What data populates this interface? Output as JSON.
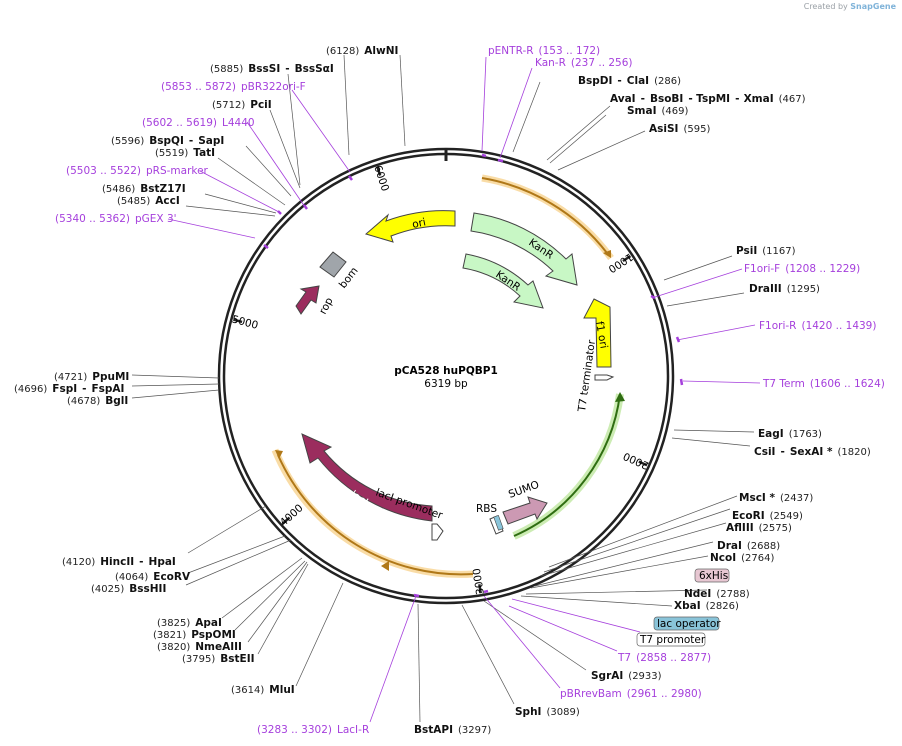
{
  "credit": {
    "prefix": "Created by",
    "brand": "SnapGene"
  },
  "map": {
    "name": "pCA528 huPQBP1",
    "length": "6319 bp",
    "total_bp": 6319
  },
  "ticks": [
    {
      "bp": 1000,
      "label": "1000"
    },
    {
      "bp": 2000,
      "label": "2000"
    },
    {
      "bp": 3000,
      "label": "3000"
    },
    {
      "bp": 4000,
      "label": "4000"
    },
    {
      "bp": 5000,
      "label": "5000"
    },
    {
      "bp": 6000,
      "label": "6000"
    }
  ],
  "features": [
    {
      "name": "KanR",
      "color": "#c8f7c5",
      "type": "gene"
    },
    {
      "name": "KanR",
      "color": "#c8f7c5",
      "type": "gene"
    },
    {
      "name": "ori",
      "color": "#ffff00",
      "type": "origin"
    },
    {
      "name": "f1 ori",
      "color": "#ffff00",
      "type": "origin"
    },
    {
      "name": "T7 terminator",
      "color": "#ffffff",
      "type": "terminator"
    },
    {
      "name": "rop",
      "color": "#9b2d5e",
      "type": "gene"
    },
    {
      "name": "bom",
      "color": "#a0a5aa",
      "type": "misc"
    },
    {
      "name": "lacI",
      "color": "#9b2d5e",
      "type": "gene"
    },
    {
      "name": "lacI promoter",
      "color": "#ffffff",
      "type": "promoter"
    },
    {
      "name": "RBS",
      "color": "#ffffff",
      "type": "rbs"
    },
    {
      "name": "SUMO",
      "color": "#cc99b3",
      "type": "gene"
    }
  ],
  "labels": [
    {
      "id": "alwni",
      "kind": "enzyme",
      "parts": [
        {
          "t": "(6128)",
          "c": "pos"
        },
        {
          "t": "AlwNI",
          "c": "enz"
        }
      ]
    },
    {
      "id": "bsssi",
      "kind": "enzyme",
      "parts": [
        {
          "t": "(5885)",
          "c": "pos"
        },
        {
          "t": "BssSI",
          "c": "enz"
        },
        {
          "t": "-",
          "c": "enz"
        },
        {
          "t": "BssSαI",
          "c": "enz"
        }
      ]
    },
    {
      "id": "pbr322ori",
      "kind": "primer",
      "parts": [
        {
          "t": "(5853 .. 5872)",
          "c": "prim"
        },
        {
          "t": "pBR322ori-F",
          "c": "prim"
        }
      ]
    },
    {
      "id": "pcii",
      "kind": "enzyme",
      "parts": [
        {
          "t": "(5712)",
          "c": "pos"
        },
        {
          "t": "PciI",
          "c": "enz"
        }
      ]
    },
    {
      "id": "l4440",
      "kind": "primer",
      "parts": [
        {
          "t": "(5602 .. 5619)",
          "c": "prim"
        },
        {
          "t": "L4440",
          "c": "prim"
        }
      ]
    },
    {
      "id": "bspqi",
      "kind": "enzyme",
      "parts": [
        {
          "t": "(5596)",
          "c": "pos"
        },
        {
          "t": "BspQI",
          "c": "enz"
        },
        {
          "t": "-",
          "c": "enz"
        },
        {
          "t": "SapI",
          "c": "enz"
        }
      ]
    },
    {
      "id": "tati",
      "kind": "enzyme",
      "parts": [
        {
          "t": "(5519)",
          "c": "pos"
        },
        {
          "t": "TatI",
          "c": "enz"
        }
      ]
    },
    {
      "id": "prsmarker",
      "kind": "primer",
      "parts": [
        {
          "t": "(5503 .. 5522)",
          "c": "prim"
        },
        {
          "t": "pRS-marker",
          "c": "prim"
        }
      ]
    },
    {
      "id": "bstz17i",
      "kind": "enzyme",
      "parts": [
        {
          "t": "(5486)",
          "c": "pos"
        },
        {
          "t": "BstZ17I",
          "c": "enz"
        }
      ]
    },
    {
      "id": "acci",
      "kind": "enzyme",
      "parts": [
        {
          "t": "(5485)",
          "c": "pos"
        },
        {
          "t": "AccI",
          "c": "enz"
        }
      ]
    },
    {
      "id": "pgex3",
      "kind": "primer",
      "parts": [
        {
          "t": "(5340 .. 5362)",
          "c": "prim"
        },
        {
          "t": "pGEX 3'",
          "c": "prim"
        }
      ]
    },
    {
      "id": "ppumi",
      "kind": "enzyme",
      "parts": [
        {
          "t": "(4721)",
          "c": "pos"
        },
        {
          "t": "PpuMI",
          "c": "enz"
        }
      ]
    },
    {
      "id": "fspi",
      "kind": "enzyme",
      "parts": [
        {
          "t": "(4696)",
          "c": "pos"
        },
        {
          "t": "FspI",
          "c": "enz"
        },
        {
          "t": "-",
          "c": "enz"
        },
        {
          "t": "FspAI",
          "c": "enz"
        }
      ]
    },
    {
      "id": "bgli",
      "kind": "enzyme",
      "parts": [
        {
          "t": "(4678)",
          "c": "pos"
        },
        {
          "t": "BglI",
          "c": "enz"
        }
      ]
    },
    {
      "id": "hincii",
      "kind": "enzyme",
      "parts": [
        {
          "t": "(4120)",
          "c": "pos"
        },
        {
          "t": "HincII",
          "c": "enz"
        },
        {
          "t": "-",
          "c": "enz"
        },
        {
          "t": "HpaI",
          "c": "enz"
        }
      ]
    },
    {
      "id": "ecorv",
      "kind": "enzyme",
      "parts": [
        {
          "t": "(4064)",
          "c": "pos"
        },
        {
          "t": "EcoRV",
          "c": "enz"
        }
      ]
    },
    {
      "id": "bsshii",
      "kind": "enzyme",
      "parts": [
        {
          "t": "(4025)",
          "c": "pos"
        },
        {
          "t": "BssHII",
          "c": "enz"
        }
      ]
    },
    {
      "id": "apai",
      "kind": "enzyme",
      "parts": [
        {
          "t": "(3825)",
          "c": "pos"
        },
        {
          "t": "ApaI",
          "c": "enz"
        }
      ]
    },
    {
      "id": "pspomi",
      "kind": "enzyme",
      "parts": [
        {
          "t": "(3821)",
          "c": "pos"
        },
        {
          "t": "PspOMI",
          "c": "enz"
        }
      ]
    },
    {
      "id": "nmeaiii",
      "kind": "enzyme",
      "parts": [
        {
          "t": "(3820)",
          "c": "pos"
        },
        {
          "t": "NmeAIII",
          "c": "enz"
        }
      ]
    },
    {
      "id": "bsteii",
      "kind": "enzyme",
      "parts": [
        {
          "t": "(3795)",
          "c": "pos"
        },
        {
          "t": "BstEII",
          "c": "enz"
        }
      ]
    },
    {
      "id": "mlui",
      "kind": "enzyme",
      "parts": [
        {
          "t": "(3614)",
          "c": "pos"
        },
        {
          "t": "MluI",
          "c": "enz"
        }
      ]
    },
    {
      "id": "lacir",
      "kind": "primer",
      "parts": [
        {
          "t": "(3283 .. 3302)",
          "c": "prim"
        },
        {
          "t": "LacI-R",
          "c": "prim"
        }
      ]
    },
    {
      "id": "bstapi",
      "kind": "enzyme",
      "parts": [
        {
          "t": "BstAPI",
          "c": "enz"
        },
        {
          "t": "(3297)",
          "c": "pos"
        }
      ]
    },
    {
      "id": "sphi",
      "kind": "enzyme",
      "parts": [
        {
          "t": "SphI",
          "c": "enz"
        },
        {
          "t": "(3089)",
          "c": "pos"
        }
      ]
    },
    {
      "id": "pbrrevbam",
      "kind": "primer",
      "parts": [
        {
          "t": "pBRrevBam",
          "c": "prim"
        },
        {
          "t": "(2961 .. 2980)",
          "c": "prim"
        }
      ]
    },
    {
      "id": "sgrai",
      "kind": "enzyme",
      "parts": [
        {
          "t": "SgrAI",
          "c": "enz"
        },
        {
          "t": "(2933)",
          "c": "pos"
        }
      ]
    },
    {
      "id": "t7",
      "kind": "primer",
      "parts": [
        {
          "t": "T7",
          "c": "prim"
        },
        {
          "t": "(2858 .. 2877)",
          "c": "prim"
        }
      ]
    },
    {
      "id": "xbai",
      "kind": "enzyme",
      "parts": [
        {
          "t": "XbaI",
          "c": "enz"
        },
        {
          "t": "(2826)",
          "c": "pos"
        }
      ]
    },
    {
      "id": "ndei",
      "kind": "enzyme",
      "parts": [
        {
          "t": "NdeI",
          "c": "enz"
        },
        {
          "t": "(2788)",
          "c": "pos"
        }
      ]
    },
    {
      "id": "ncoi",
      "kind": "enzyme",
      "parts": [
        {
          "t": "NcoI",
          "c": "enz"
        },
        {
          "t": "(2764)",
          "c": "pos"
        }
      ]
    },
    {
      "id": "drai",
      "kind": "enzyme",
      "parts": [
        {
          "t": "DraI",
          "c": "enz"
        },
        {
          "t": "(2688)",
          "c": "pos"
        }
      ]
    },
    {
      "id": "aflii",
      "kind": "enzyme",
      "parts": [
        {
          "t": "AflIII",
          "c": "enz"
        },
        {
          "t": "(2575)",
          "c": "pos"
        }
      ]
    },
    {
      "id": "ecori",
      "kind": "enzyme",
      "parts": [
        {
          "t": "EcoRI",
          "c": "enz"
        },
        {
          "t": "(2549)",
          "c": "pos"
        }
      ]
    },
    {
      "id": "msci",
      "kind": "enzyme",
      "parts": [
        {
          "t": "MscI *",
          "c": "enz"
        },
        {
          "t": "(2437)",
          "c": "pos"
        }
      ]
    },
    {
      "id": "csii",
      "kind": "enzyme",
      "parts": [
        {
          "t": "CsiI",
          "c": "enz"
        },
        {
          "t": "-",
          "c": "enz"
        },
        {
          "t": "SexAI *",
          "c": "enz"
        },
        {
          "t": "(1820)",
          "c": "pos"
        }
      ]
    },
    {
      "id": "eagi",
      "kind": "enzyme",
      "parts": [
        {
          "t": "EagI",
          "c": "enz"
        },
        {
          "t": "(1763)",
          "c": "pos"
        }
      ]
    },
    {
      "id": "t7term",
      "kind": "primer",
      "parts": [
        {
          "t": "T7 Term",
          "c": "prim"
        },
        {
          "t": "(1606 .. 1624)",
          "c": "prim"
        }
      ]
    },
    {
      "id": "f1orir",
      "kind": "primer",
      "parts": [
        {
          "t": "F1ori-R",
          "c": "prim"
        },
        {
          "t": "(1420 .. 1439)",
          "c": "prim"
        }
      ]
    },
    {
      "id": "draiii",
      "kind": "enzyme",
      "parts": [
        {
          "t": "DraIII",
          "c": "enz"
        },
        {
          "t": "(1295)",
          "c": "pos"
        }
      ]
    },
    {
      "id": "f1orif",
      "kind": "primer",
      "parts": [
        {
          "t": "F1ori-F",
          "c": "prim"
        },
        {
          "t": "(1208 .. 1229)",
          "c": "prim"
        }
      ]
    },
    {
      "id": "psii",
      "kind": "enzyme",
      "parts": [
        {
          "t": "PsiI",
          "c": "enz"
        },
        {
          "t": "(1167)",
          "c": "pos"
        }
      ]
    },
    {
      "id": "asisi",
      "kind": "enzyme",
      "parts": [
        {
          "t": "AsiSI",
          "c": "enz"
        },
        {
          "t": "(595)",
          "c": "pos"
        }
      ]
    },
    {
      "id": "smai",
      "kind": "enzyme",
      "parts": [
        {
          "t": "SmaI",
          "c": "enz"
        },
        {
          "t": "(469)",
          "c": "pos"
        }
      ]
    },
    {
      "id": "avai",
      "kind": "enzyme",
      "parts": [
        {
          "t": "AvaI",
          "c": "enz"
        },
        {
          "t": "-",
          "c": "enz"
        },
        {
          "t": "BsoBI",
          "c": "enz"
        },
        {
          "t": "-",
          "c": "enz"
        },
        {
          "t": "TspMI",
          "c": "enz"
        },
        {
          "t": "-",
          "c": "enz"
        },
        {
          "t": "XmaI",
          "c": "enz"
        },
        {
          "t": "(467)",
          "c": "pos"
        }
      ]
    },
    {
      "id": "bspdi",
      "kind": "enzyme",
      "parts": [
        {
          "t": "BspDI",
          "c": "enz"
        },
        {
          "t": "-",
          "c": "enz"
        },
        {
          "t": "ClaI",
          "c": "enz"
        },
        {
          "t": "(286)",
          "c": "pos"
        }
      ]
    },
    {
      "id": "kanr",
      "kind": "primer",
      "parts": [
        {
          "t": "Kan-R",
          "c": "prim"
        },
        {
          "t": "(237 .. 256)",
          "c": "prim"
        }
      ]
    },
    {
      "id": "pentrr",
      "kind": "primer",
      "parts": [
        {
          "t": "pENTR-R",
          "c": "prim"
        },
        {
          "t": "(153 .. 172)",
          "c": "prim"
        }
      ]
    }
  ],
  "boxed": [
    {
      "id": "sixhis",
      "text": "6xHis",
      "fill": "#e7c7d2"
    },
    {
      "id": "lacop",
      "text": "lac operator",
      "fill": "#89c4d9"
    },
    {
      "id": "t7prom",
      "text": "T7 promoter",
      "fill": "#ffffff"
    }
  ]
}
